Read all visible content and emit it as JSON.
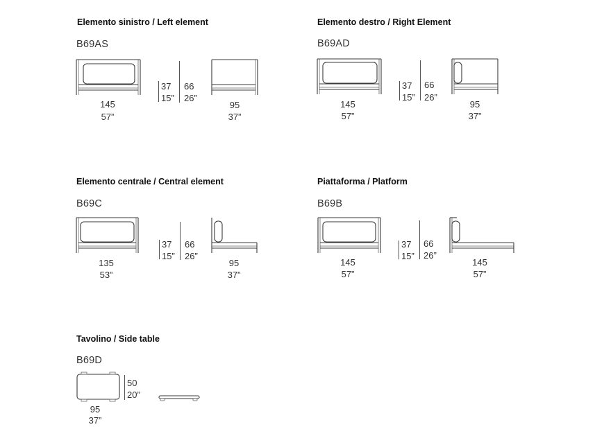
{
  "sections": [
    {
      "title": "Elemento sinistro / Left element",
      "code": "B69AS",
      "front": {
        "w": "145",
        "w_in": "57”"
      },
      "height": {
        "seat": "37",
        "seat_in": "15”",
        "total": "66",
        "total_in": "26”"
      },
      "side": {
        "d": "95",
        "d_in": "37”"
      }
    },
    {
      "title": "Elemento destro / Right Element",
      "code": "B69AD",
      "front": {
        "w": "145",
        "w_in": "57”"
      },
      "height": {
        "seat": "37",
        "seat_in": "15”",
        "total": "66",
        "total_in": "26”"
      },
      "side": {
        "d": "95",
        "d_in": "37”"
      }
    },
    {
      "title": "Elemento centrale / Central element",
      "code": "B69C",
      "front": {
        "w": "135",
        "w_in": "53”"
      },
      "height": {
        "seat": "37",
        "seat_in": "15”",
        "total": "66",
        "total_in": "26”"
      },
      "side": {
        "d": "95",
        "d_in": "37”"
      }
    },
    {
      "title": "Piattaforma / Platform",
      "code": "B69B",
      "front": {
        "w": "145",
        "w_in": "57”"
      },
      "height": {
        "seat": "37",
        "seat_in": "15”",
        "total": "66",
        "total_in": "26”"
      },
      "side": {
        "d": "145",
        "d_in": "57”"
      }
    },
    {
      "title": "Tavolino / Side table",
      "code": "B69D",
      "front": {
        "w": "95",
        "w_in": "37”"
      },
      "height": {
        "seat": "50",
        "seat_in": "20”"
      }
    }
  ]
}
